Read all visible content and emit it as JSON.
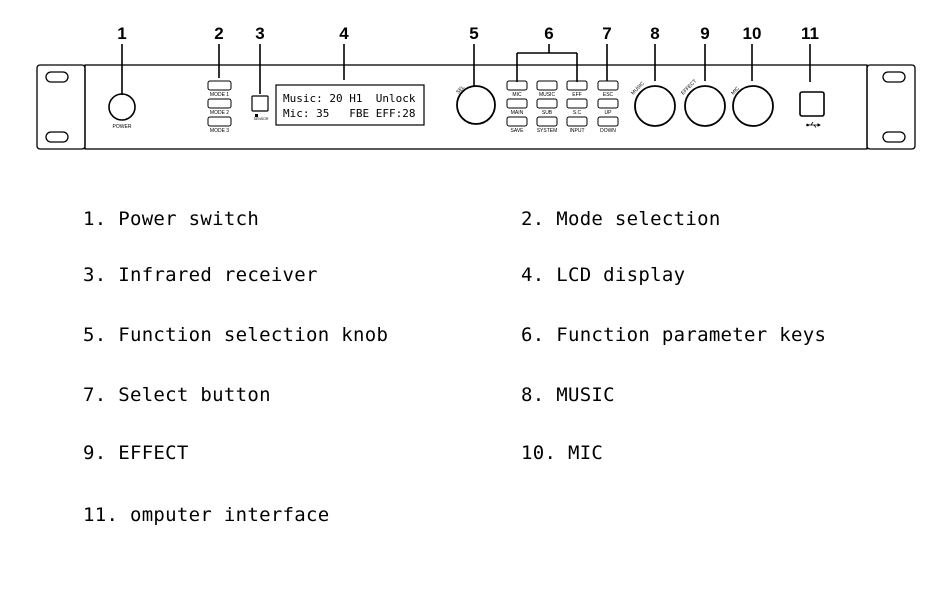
{
  "callouts": [
    "1",
    "2",
    "3",
    "4",
    "5",
    "6",
    "7",
    "8",
    "9",
    "10",
    "11"
  ],
  "panel": {
    "power_label": "POWER",
    "mode_buttons": [
      "MODE 1",
      "MODE 2",
      "MODE 3"
    ],
    "ir_label": "SENSOR",
    "lcd_line1": "Music: 20 H1  Unlock",
    "lcd_line2": "Mic: 35   FBE EFF:28",
    "sel_knob_label": "SEL",
    "keys_top": [
      "MIC",
      "MUSIC",
      "EFF"
    ],
    "keys_mid": [
      "MAIN",
      "SUB",
      "S.C"
    ],
    "keys_bottom": [
      "SAVE",
      "SYSTEM",
      "INPUT"
    ],
    "select_keys": [
      "ESC",
      "UP",
      "DOWN"
    ],
    "knob_labels": [
      "MUSIC",
      "EFFECT",
      "MIC"
    ],
    "usb_symbol": "usb-icon"
  },
  "legend": [
    "1. Power switch",
    "2. Mode selection",
    "3. Infrared receiver",
    "4. LCD display",
    "5. Function selection knob",
    "6. Function parameter keys",
    "7. Select button",
    "8. MUSIC",
    "9. EFFECT",
    "10. MIC",
    "11. omputer interface"
  ]
}
